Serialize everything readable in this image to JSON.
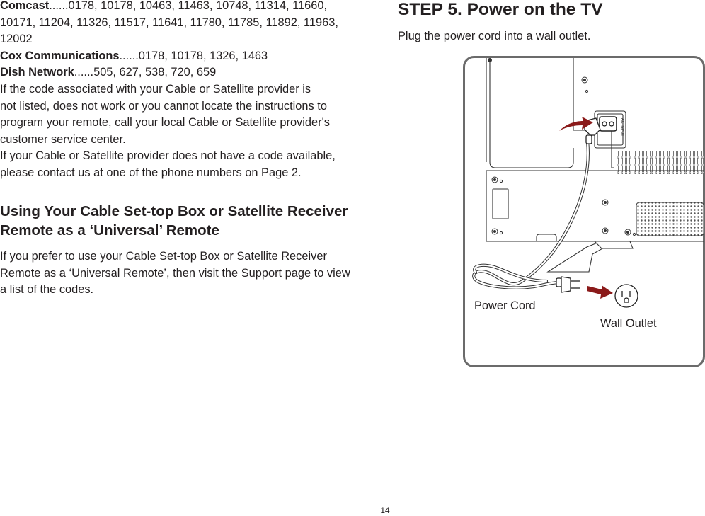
{
  "codes": [
    {
      "provider": "Comcast",
      "codes_line1": "......0178, 10178, 10463, 11463, 10748, 11314, 11660,",
      "codes_line2": "10171, 11204, 11326, 11517, 11641, 11780, 11785, 11892, 11963,",
      "codes_line3": "12002"
    },
    {
      "provider": "Cox Communications",
      "codes_line1": "......0178, 10178, 1326, 1463"
    },
    {
      "provider": "Dish Network",
      "codes_line1": "......505, 627, 538, 720, 659"
    }
  ],
  "para_not_listed": [
    "If the code associated with your Cable or Satellite provider is",
    "not listed, does not work or you cannot locate the instructions to",
    "program your remote, call your local Cable or Satellite provider's",
    "customer service center."
  ],
  "para_no_code": [
    "If your Cable or Satellite provider does not have a code available,",
    "please contact us at one of the phone numbers on Page 2."
  ],
  "universal_heading": [
    "Using Your Cable Set-top Box or Satellite Receiver",
    "Remote as a ‘Universal’ Remote"
  ],
  "universal_para": [
    "If you prefer to use your Cable Set-top Box or Satellite Receiver",
    "Remote as a ‘Universal Remote’, then visit the Support page to view",
    "a list of the codes."
  ],
  "step": {
    "title": "STEP 5. Power on the TV",
    "instruction": "Plug the power cord into a wall outlet."
  },
  "diagram": {
    "label_cord": "Power Cord",
    "label_outlet": "Wall Outlet",
    "label_ac_input": "AC INPUT",
    "arrow_color": "#8b1a1a"
  },
  "page_number": "14"
}
